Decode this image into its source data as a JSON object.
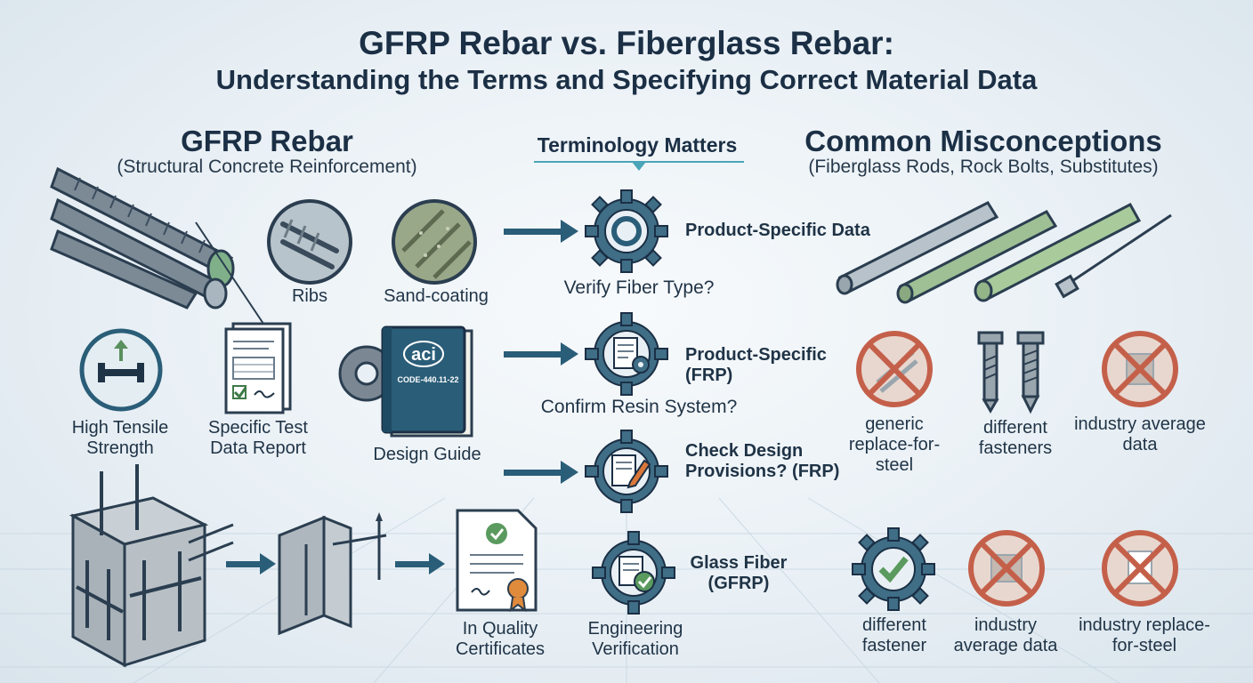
{
  "header": {
    "title_line1": "GFRP Rebar vs. Fiberglass Rebar:",
    "title_line2": "Understanding the Terms and Specifying Correct Material Data"
  },
  "left": {
    "heading": "GFRP Rebar",
    "subheading": "(Structural Concrete Reinforcement)",
    "ribs_label": "Ribs",
    "sand_label": "Sand-coating",
    "tensile_label": "High Tensile Strength",
    "report_label": "Specific Test Data Report",
    "design_guide_label": "Design Guide",
    "book_logo": "aci",
    "book_code": "CODE-440.11-22",
    "certificates_label": "In Quality Certificates"
  },
  "center": {
    "heading": "Terminology Matters",
    "items": [
      {
        "label": "Product-Specific Data",
        "caption": "Verify Fiber Type?"
      },
      {
        "label": "Product-Specific (FRP)",
        "caption": "Confirm Resin System?"
      },
      {
        "label": "Check Design Provisions? (FRP)"
      },
      {
        "label": "Glass Fiber (GFRP)",
        "caption": "Engineering Verification"
      }
    ]
  },
  "right": {
    "heading": "Common Misconceptions",
    "subheading": "(Fiberglass Rods, Rock Bolts, Substitutes)",
    "row1": [
      "generic replace-for-steel",
      "different fasteners",
      "industry average data"
    ],
    "row2": [
      "different fastener",
      "industry average data",
      "industry replace-for-steel"
    ]
  },
  "colors": {
    "navy": "#1b2f45",
    "teal": "#2a5d78",
    "green": "#7ea37a",
    "red": "#c4604a",
    "gear": "#3f6e86"
  }
}
